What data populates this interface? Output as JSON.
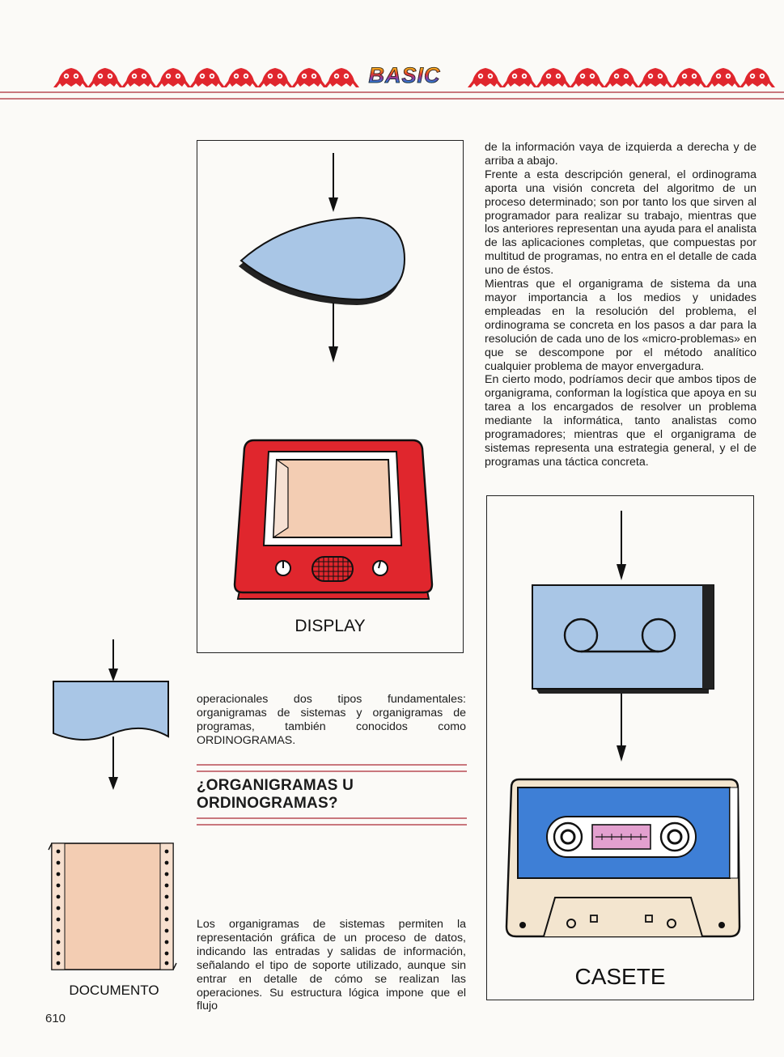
{
  "header": {
    "logo_text": "BASIC",
    "colors": {
      "crab": "#e0262d",
      "crab_eye": "#ffffff",
      "rule": "#c9777d"
    }
  },
  "figures": {
    "display": {
      "caption": "DISPLAY",
      "icon": "display-icon",
      "symbol": "display-symbol-icon"
    },
    "documento": {
      "caption": "DOCUMENTO",
      "icon": "document-paper-icon",
      "symbol": "document-symbol-icon"
    },
    "casete": {
      "caption": "CASETE",
      "icon": "cassette-tape-icon",
      "symbol": "cassette-symbol-icon"
    }
  },
  "col_right_top": {
    "paragraphs": [
      "de la información vaya de izquierda a derecha y de arriba a abajo.",
      "Frente a esta descripción general, el ordinograma aporta una visión concreta del algoritmo de un proceso determinado; son por tanto los que sirven al programador para realizar su trabajo, mientras que los anteriores representan una ayuda para el analista de las aplicaciones completas, que compuestas por multitud de programas, no entra en el detalle de cada uno de éstos.",
      "Mientras que el organigrama de sistema da una mayor importancia a los medios y unidades empleadas en la resolución del problema, el ordinograma se concreta en los pasos a dar para la resolución de cada uno de los «micro-problemas» en que se descompone por el método analítico cualquier problema de mayor envergadura.",
      "En cierto modo, podríamos decir que ambos tipos de organigrama, conforman la logística que apoya en su tarea a los encargados de resolver un problema mediante la informática, tanto analistas como programadores; mientras que el organigrama de sistemas representa una estrategia general, y el de programas una táctica concreta."
    ]
  },
  "col_mid": {
    "intro": "operacionales dos tipos fundamentales: organigramas de sistemas y organigramas de programas, también conocidos como ORDINOGRAMAS.",
    "section_title_line1": "¿ORGANIGRAMAS U",
    "section_title_line2": "ORDINOGRAMAS?",
    "body": "Los organigramas de sistemas permiten la representación gráfica de un proceso de datos, indicando las entradas y salidas de información, señalando el tipo de soporte utilizado, aunque sin entrar en detalle de cómo se realizan las operaciones. Su estructura lógica impone que el flujo"
  },
  "footer": {
    "page_number": "610"
  }
}
